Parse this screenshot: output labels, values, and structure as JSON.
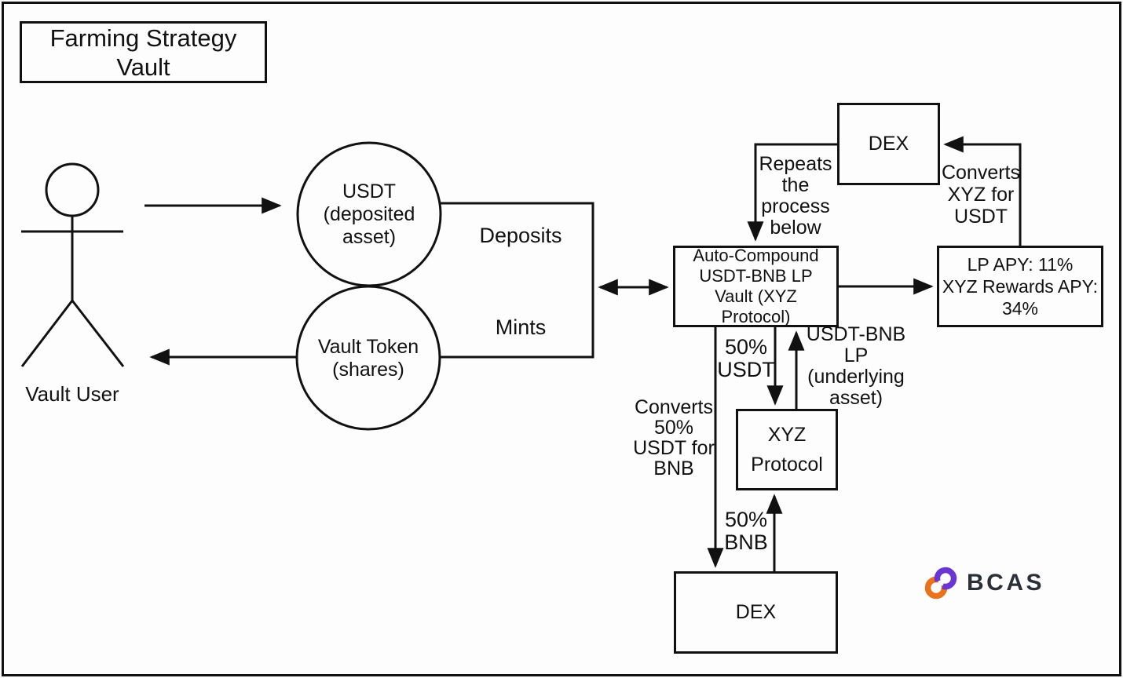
{
  "title": "Farming Strategy\nVault",
  "actor": {
    "label": "Vault User"
  },
  "nodes": {
    "usdt_circle": "USDT\n(deposited\nasset)",
    "vault_token_circle": "Vault Token\n(shares)",
    "auto_compound_vault": "Auto-Compound\nUSDT-BNB LP\nVault (XYZ\nProtocol)",
    "dex_top": "DEX",
    "dex_bottom": "DEX",
    "xyz_protocol": "XYZ\nProtocol",
    "apy_box": "LP APY: 11%\nXYZ Rewards APY:\n34%"
  },
  "edge_labels": {
    "deposits": "Deposits",
    "mints": "Mints",
    "repeats_process": "Repeats\nthe\nprocess\nbelow",
    "converts_xyz_for_usdt": "Converts\nXYZ for\nUSDT",
    "fifty_pct_usdt": "50%\nUSDT",
    "usdt_bnb_lp_underlying": "USDT-BNB\nLP\n(underlying\nasset)",
    "converts_fifty_pct_usdt_for_bnb": "Converts\n50%\nUSDT for\nBNB",
    "fifty_pct_bnb": "50%\nBNB"
  },
  "logo": {
    "text": "BCAS",
    "orange": "#E8731C",
    "purple": "#6936D3",
    "text_color": "#2B3036"
  },
  "colors": {
    "line": "#111111",
    "background": "#fdfdfd"
  }
}
